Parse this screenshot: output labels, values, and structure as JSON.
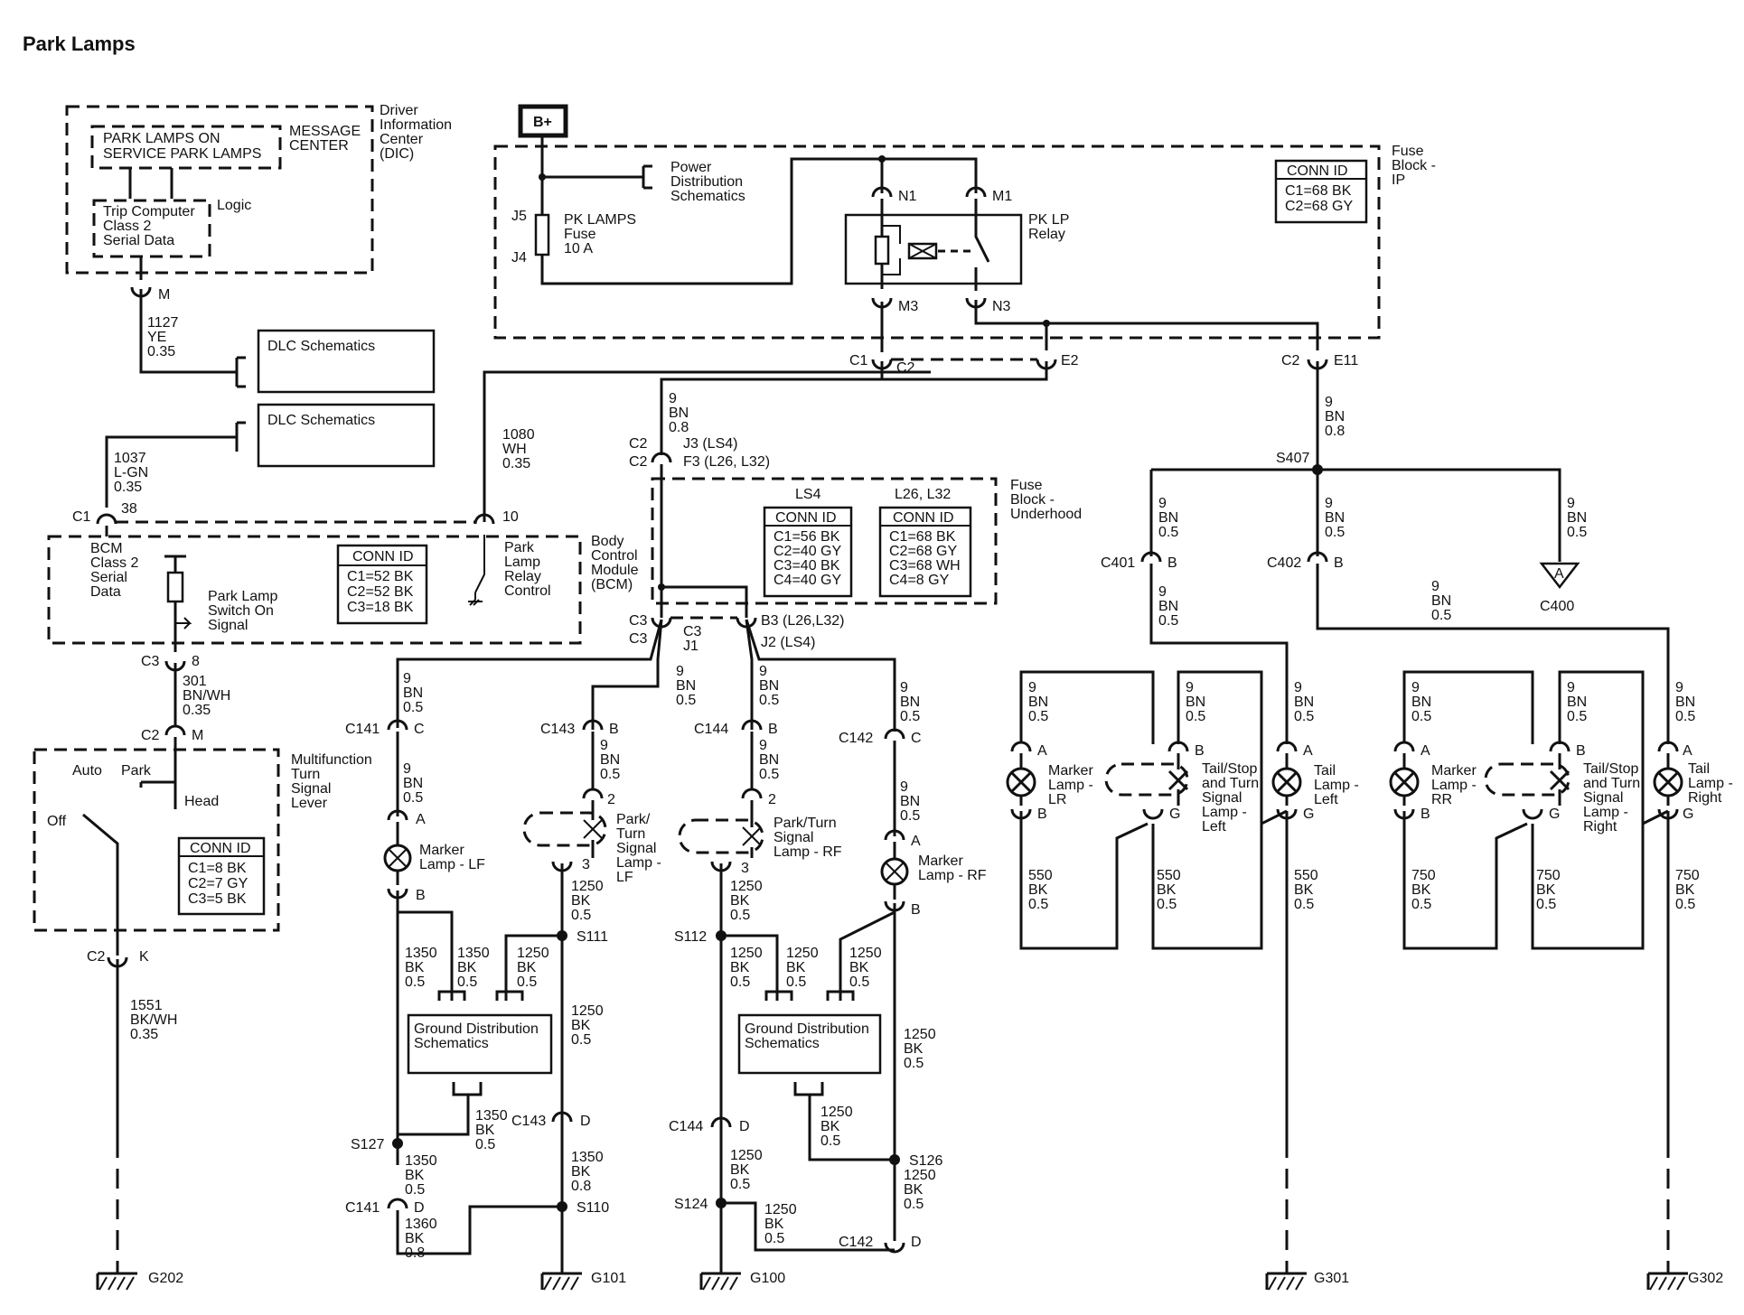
{
  "title": "Park Lamps",
  "dic": {
    "message_line1": "PARK LAMPS ON",
    "message_line2": "SERVICE PARK LAMPS",
    "message_center": [
      "MESSAGE",
      "CENTER"
    ],
    "trip_computer": [
      "Trip Computer",
      "Class 2",
      "Serial Data"
    ],
    "logic": "Logic",
    "label": [
      "Driver",
      "Information",
      "Center",
      "(DIC)"
    ],
    "pin": "M"
  },
  "wire_1127": [
    "1127",
    "YE",
    "0.35"
  ],
  "wire_1037": [
    "1037",
    "L-GN",
    "0.35"
  ],
  "wire_1080": [
    "1080",
    "WH",
    "0.35"
  ],
  "dlc1": "DLC Schematics",
  "dlc2": "DLC Schematics",
  "b_plus": "B+",
  "fuse_block_ip": {
    "label": [
      "Fuse",
      "Block -",
      "IP"
    ],
    "power_dist": [
      "Power",
      "Distribution",
      "Schematics"
    ],
    "fuse": [
      "PK LAMPS",
      "Fuse",
      "10 A"
    ],
    "j5": "J5",
    "j4": "J4",
    "relay": [
      "PK LP",
      "Relay"
    ],
    "n1": "N1",
    "m1": "M1",
    "m3": "M3",
    "n3": "N3",
    "conn_title": "CONN ID",
    "conn": [
      "C1=68 BK",
      "C2=68 GY"
    ]
  },
  "ip_connectors": {
    "c1": "C1",
    "c2": "C2",
    "e2": "E2",
    "c2b": "C2",
    "e11": "E11"
  },
  "wire_9bn08_a": [
    "9",
    "BN",
    "0.8"
  ],
  "wire_9bn08_b": [
    "9",
    "BN",
    "0.8"
  ],
  "underhood": {
    "j3": "J3 (LS4)",
    "f3": "F3 (L26, L32)",
    "c2a": "C2",
    "c2b": "C2",
    "label": [
      "Fuse",
      "Block -",
      "Underhood"
    ],
    "ls4_title": "LS4",
    "ls4_conn_title": "CONN ID",
    "ls4_conn": [
      "C1=56 BK",
      "C2=40 GY",
      "C3=40 BK",
      "C4=40 GY"
    ],
    "l26_title": "L26, L32",
    "l26_conn_title": "CONN ID",
    "l26_conn": [
      "C1=68 BK",
      "C2=68 GY",
      "C3=68 WH",
      "C4=8 GY"
    ],
    "c3a": "C3",
    "c3b": "C3",
    "c3c": "C3",
    "j1": "J1",
    "b3": "B3 (L26,L32)",
    "j2": "J2 (LS4)"
  },
  "bcm": {
    "c1": "C1",
    "pin38": "38",
    "pin10": "10",
    "serial": [
      "BCM",
      "Class 2",
      "Serial",
      "Data"
    ],
    "switch": [
      "Park Lamp",
      "Switch On",
      "Signal"
    ],
    "relay_ctl": [
      "Park",
      "Lamp",
      "Relay",
      "Control"
    ],
    "label": [
      "Body",
      "Control",
      "Module",
      "(BCM)"
    ],
    "conn_title": "CONN ID",
    "conn": [
      "C1=52 BK",
      "C2=52 BK",
      "C3=18 BK"
    ],
    "c3": "C3",
    "pin8": "8"
  },
  "wire_301": [
    "301",
    "BN/WH",
    "0.35"
  ],
  "mfs": {
    "c2m": "C2",
    "m": "M",
    "auto": "Auto",
    "park": "Park",
    "head": "Head",
    "off": "Off",
    "label": [
      "Multifunction",
      "Turn",
      "Signal",
      "Lever"
    ],
    "conn_title": "CONN ID",
    "conn": [
      "C1=8 BK",
      "C2=7 GY",
      "C3=5 BK"
    ],
    "c2k": "C2",
    "k": "K"
  },
  "wire_1551": [
    "1551",
    "BK/WH",
    "0.35"
  ],
  "grounds": [
    "G202",
    "G101",
    "G100",
    "G301",
    "G302"
  ],
  "front_left": {
    "c141": "C141",
    "c": "C",
    "w_9bn_a": [
      "9",
      "BN",
      "0.5"
    ],
    "w_9bn_b": [
      "9",
      "BN",
      "0.5"
    ],
    "a": "A",
    "b": "B",
    "marker": [
      "Marker",
      "Lamp - LF"
    ],
    "c143": "C143",
    "c143b": "B",
    "w_9bn_c": [
      "9",
      "BN",
      "0.5"
    ],
    "w_9bn_d": [
      "9",
      "BN",
      "0.5"
    ],
    "pin2": "2",
    "pin3": "3",
    "park_turn": [
      "Park/",
      "Turn",
      "Signal",
      "Lamp -",
      "LF"
    ],
    "w1250_a": [
      "1250",
      "BK",
      "0.5"
    ],
    "s111": "S111",
    "w1350_a": [
      "1350",
      "BK",
      "0.5"
    ],
    "w1350_b": [
      "1350",
      "BK",
      "0.5"
    ],
    "w1250_b": [
      "1250",
      "BK",
      "0.5"
    ],
    "gds": [
      "Ground Distribution",
      "Schematics"
    ],
    "w1250_c": [
      "1250",
      "BK",
      "0.5"
    ],
    "w1350_c": [
      "1350",
      "BK",
      "0.5"
    ],
    "c143d": "C143",
    "d": "D",
    "s127": "S127",
    "w1350_d": [
      "1350",
      "BK",
      "0.5"
    ],
    "w1350_e": [
      "1350",
      "BK",
      "0.8"
    ],
    "c141d": "C141",
    "d2": "D",
    "w1360": [
      "1360",
      "BK",
      "0.8"
    ],
    "s110": "S110"
  },
  "front_right": {
    "c144": "C144",
    "b": "B",
    "w_9bn_a": [
      "9",
      "BN",
      "0.5"
    ],
    "w_9bn_b": [
      "9",
      "BN",
      "0.5"
    ],
    "pin2": "2",
    "pin3": "3",
    "park_turn": [
      "Park/Turn",
      "Signal",
      "Lamp - RF"
    ],
    "c142": "C142",
    "c": "C",
    "w_9bn_c": [
      "9",
      "BN",
      "0.5"
    ],
    "w_9bn_d": [
      "9",
      "BN",
      "0.5"
    ],
    "a": "A",
    "b2": "B",
    "marker": [
      "Marker",
      "Lamp - RF"
    ],
    "w1250_a": [
      "1250",
      "BK",
      "0.5"
    ],
    "s112": "S112",
    "w1250_b": [
      "1250",
      "BK",
      "0.5"
    ],
    "w1250_c": [
      "1250",
      "BK",
      "0.5"
    ],
    "w1250_d": [
      "1250",
      "BK",
      "0.5"
    ],
    "w1250_e": [
      "1250",
      "BK",
      "0.5"
    ],
    "gds": [
      "Ground Distribution",
      "Schematics"
    ],
    "w1250_f": [
      "1250",
      "BK",
      "0.5"
    ],
    "c144d": "C144",
    "d": "D",
    "w1250_g": [
      "1250",
      "BK",
      "0.5"
    ],
    "s126": "S126",
    "w1250_h": [
      "1250",
      "BK",
      "0.5"
    ],
    "s124": "S124",
    "w1250_i": [
      "1250",
      "BK",
      "0.5"
    ],
    "c142d": "C142",
    "d2": "D"
  },
  "rear": {
    "s407": "S407",
    "w9_a": [
      "9",
      "BN",
      "0.5"
    ],
    "w9_b": [
      "9",
      "BN",
      "0.5"
    ],
    "w9_c": [
      "9",
      "BN",
      "0.5"
    ],
    "c401": "C401",
    "c401b": "B",
    "c402": "C402",
    "c402b": "B",
    "c400": "C400",
    "tri_a": "A",
    "w9_d": [
      "9",
      "BN",
      "0.5"
    ],
    "w9_e": [
      "9",
      "BN",
      "0.5"
    ],
    "left": {
      "w9_marker": [
        "9",
        "BN",
        "0.5"
      ],
      "w9_stop": [
        "9",
        "BN",
        "0.5"
      ],
      "w9_tail": [
        "9",
        "BN",
        "0.5"
      ],
      "marker": [
        "Marker",
        "Lamp -",
        "LR"
      ],
      "stop": [
        "Tail/Stop",
        "and Turn",
        "Signal",
        "Lamp -",
        "Left"
      ],
      "tail": [
        "Tail",
        "Lamp -",
        "Left"
      ],
      "w550_a": [
        "550",
        "BK",
        "0.5"
      ],
      "w550_b": [
        "550",
        "BK",
        "0.5"
      ],
      "w550_c": [
        "550",
        "BK",
        "0.5"
      ],
      "pins": [
        "A",
        "B",
        "B",
        "G",
        "A",
        "G"
      ]
    },
    "right": {
      "w9_marker": [
        "9",
        "BN",
        "0.5"
      ],
      "w9_stop": [
        "9",
        "BN",
        "0.5"
      ],
      "w9_tail": [
        "9",
        "BN",
        "0.5"
      ],
      "marker": [
        "Marker",
        "Lamp -",
        "RR"
      ],
      "stop": [
        "Tail/Stop",
        "and Turn",
        "Signal",
        "Lamp -",
        "Right"
      ],
      "tail": [
        "Tail",
        "Lamp -",
        "Right"
      ],
      "w750_a": [
        "750",
        "BK",
        "0.5"
      ],
      "w750_b": [
        "750",
        "BK",
        "0.5"
      ],
      "w750_c": [
        "750",
        "BK",
        "0.5"
      ],
      "pins": [
        "A",
        "B",
        "B",
        "G",
        "A",
        "G"
      ]
    }
  }
}
